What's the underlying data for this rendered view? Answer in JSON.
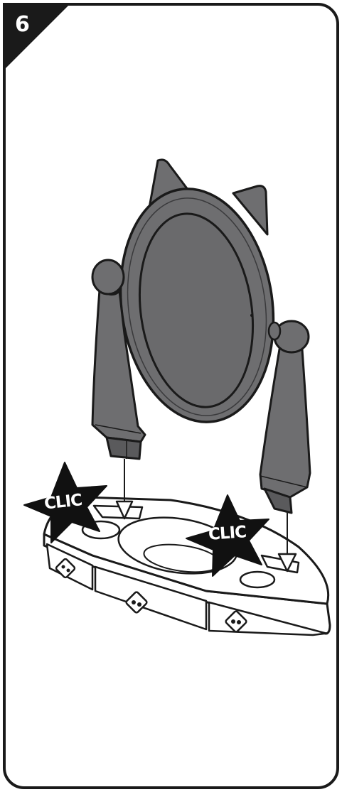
{
  "step": {
    "number": "6"
  },
  "callouts": [
    {
      "text": "CLIC"
    },
    {
      "text": "CLIC"
    }
  ],
  "colors": {
    "frame": "#1a1a1a",
    "part_gray": "#6e6e70",
    "part_dark": "#4a4a4c",
    "base_white": "#ffffff",
    "star": "#111111"
  },
  "icons": [
    "mirror",
    "left-stand",
    "right-stand",
    "vanity-base",
    "drawer-knob",
    "click-star",
    "down-arrow"
  ]
}
